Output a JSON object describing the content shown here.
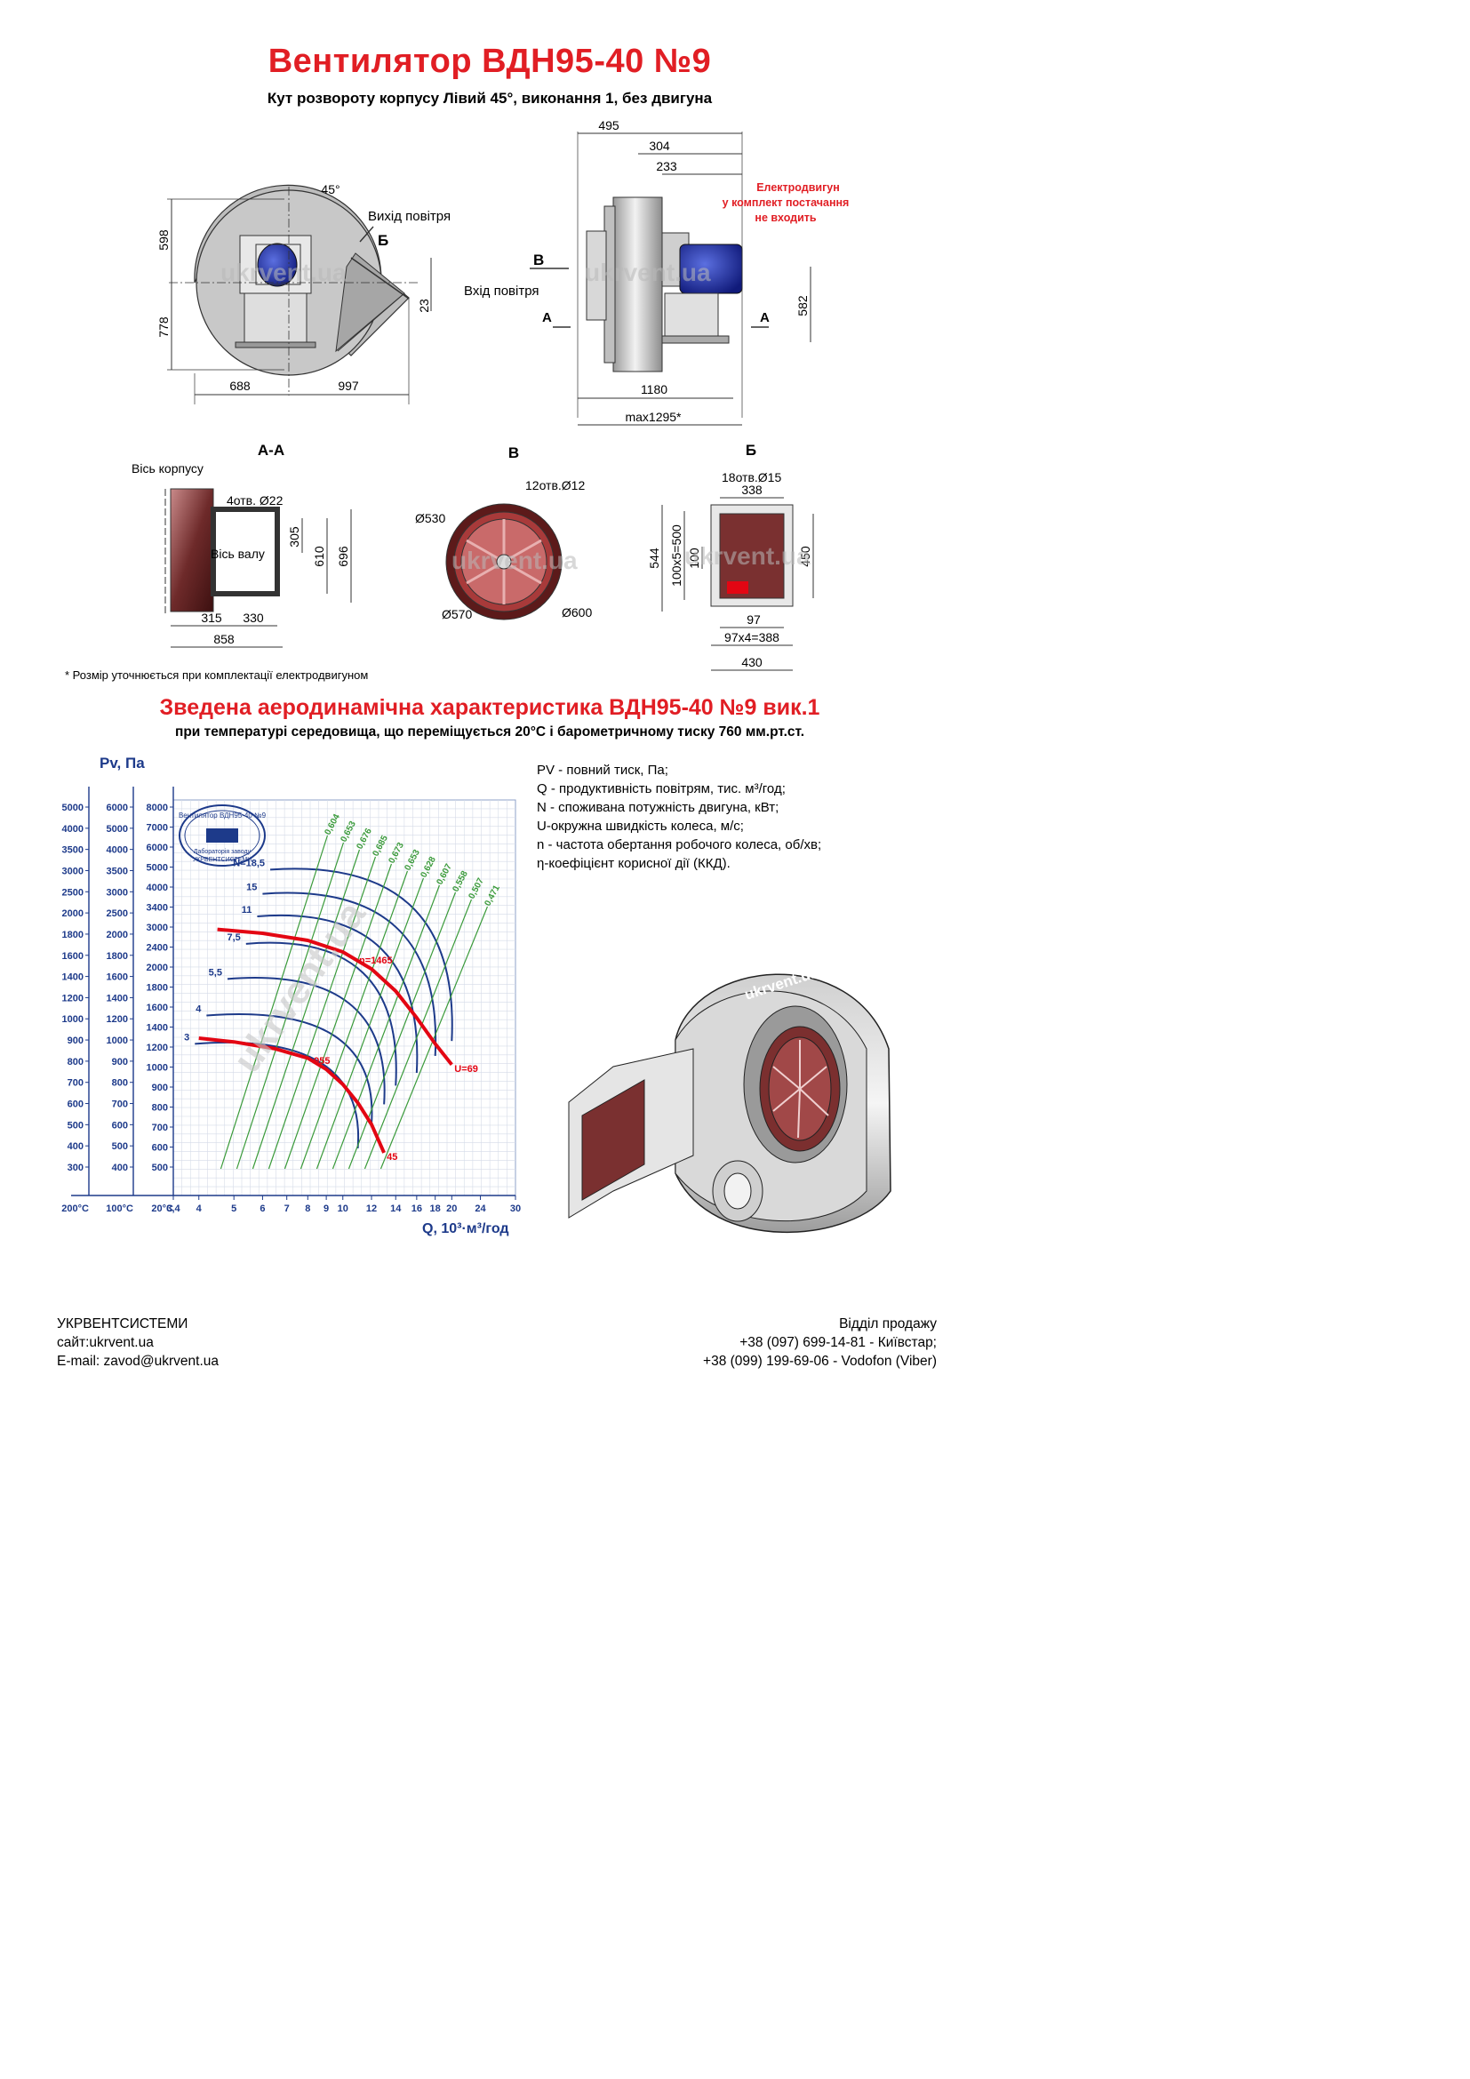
{
  "header": {
    "title": "Вентилятор  ВДН95-40 №9",
    "subtitle": "Кут розвороту корпусу Лівий 45°, виконання 1, без двигуна"
  },
  "front_view": {
    "angle": "45°",
    "outlet_label": "Вихід повітря",
    "section_mark": "Б",
    "dims": {
      "d598": "598",
      "d778": "778",
      "d23": "23",
      "d688": "688",
      "d997": "997"
    }
  },
  "side_view": {
    "motor_note_l1": "Електродвигун",
    "motor_note_l2": "у комплект постачання",
    "motor_note_l3": "не входить",
    "inlet_label": "Вхід повітря",
    "mark_b": "В",
    "mark_a_left": "А",
    "mark_a_right": "А",
    "dims": {
      "d495": "495",
      "d304": "304",
      "d233": "233",
      "d582": "582",
      "d1180": "1180",
      "dmax": "max1295*"
    }
  },
  "section_aa": {
    "title": "А-А",
    "axis_body": "Вісь корпусу",
    "axis_shaft": "Вісь валу",
    "holes": "4отв. Ø22",
    "dims": {
      "d305": "305",
      "d610": "610",
      "d696": "696",
      "d315": "315",
      "d330": "330",
      "d858": "858"
    }
  },
  "section_v": {
    "title": "В",
    "holes": "12отв.Ø12",
    "d530": "Ø530",
    "d570": "Ø570",
    "d600": "Ø600"
  },
  "section_b": {
    "title": "Б",
    "holes": "18отв.Ø15",
    "dims": {
      "d338": "338",
      "d544": "544",
      "d500": "100x5=500",
      "d100": "100",
      "d450": "450",
      "d97": "97",
      "d388": "97x4=388",
      "d430": "430"
    }
  },
  "watermark": "ukrvent.ua",
  "footnote": "* Розмір уточнюється при комплектації електродвигуном",
  "chart_section": {
    "title": "Зведена аеродинамічна характеристика ВДН95-40 №9 вик.1",
    "subtitle": "при температурі середовища, що переміщується 20°С і барометричному тиску 760 мм.рт.ст."
  },
  "legend": {
    "pv": "PV - повний тиск, Па;",
    "q": "Q - продуктивність повітрям, тис. м³/год;",
    "n": "N - споживана потужність двигуна, кВт;",
    "u": "U-окружна швидкість колеса, м/с;",
    "rpm": "n - частота обертання робочого колеса, об/хв;",
    "eta": "η-коефіцієнт корисної дії (ККД)."
  },
  "stamp": {
    "line1": "Вентилятор ВДН95-40 №9",
    "line2": "Лабораторія заводу",
    "line3": "УКРВЕНТСИСТЕМИ"
  },
  "chart_data": {
    "type": "line",
    "xlabel": "Q, 10³·м³/год",
    "ylabel": "Pv, Па",
    "x_scale": "log",
    "y_scale": "log",
    "x_ticks": [
      "3,4",
      "4",
      "5",
      "6",
      "7",
      "8",
      "9",
      "10",
      "12",
      "14",
      "16",
      "18",
      "20",
      "24",
      "30"
    ],
    "temp_labels": [
      "200°С",
      "100°С",
      "20°С"
    ],
    "y_scale_200C": [
      "5000",
      "4000",
      "3500",
      "3000",
      "2500",
      "2000",
      "1800",
      "1600",
      "1400",
      "1200",
      "1000",
      "900",
      "800",
      "700",
      "600",
      "500",
      "400",
      "300"
    ],
    "y_scale_100C": [
      "6000",
      "5000",
      "4000",
      "3500",
      "3000",
      "2500",
      "2000",
      "1800",
      "1600",
      "1400",
      "1200",
      "1000",
      "900",
      "800",
      "700",
      "600",
      "500",
      "400"
    ],
    "y_scale_20C": [
      "8000",
      "7000",
      "6000",
      "5000",
      "4000",
      "3400",
      "3000",
      "2400",
      "2000",
      "1800",
      "1600",
      "1400",
      "1200",
      "1000",
      "900",
      "800",
      "700",
      "600",
      "500"
    ],
    "power_labels": [
      "N=18,5",
      "15",
      "11",
      "7,5",
      "5,5",
      "4",
      "3"
    ],
    "efficiency_labels": [
      "0,604",
      "0,653",
      "0,676",
      "0,685",
      "0,673",
      "0,653",
      "0,628",
      "0,607",
      "0,558",
      "0,507",
      "0,471"
    ],
    "series": [
      {
        "name": "n=1465",
        "u_label": "U=69",
        "color": "#e30613",
        "x": [
          4.5,
          6,
          8,
          10,
          12,
          14,
          16,
          18,
          20
        ],
        "y": [
          3250,
          3150,
          2980,
          2720,
          2380,
          2000,
          1620,
          1320,
          1120
        ]
      },
      {
        "name": "955",
        "u_label": "45",
        "color": "#e30613",
        "x": [
          4,
          5,
          6.5,
          8,
          9,
          10,
          11,
          12,
          13
        ],
        "y": [
          1380,
          1340,
          1270,
          1180,
          1080,
          960,
          830,
          700,
          560
        ]
      }
    ]
  },
  "footer": {
    "company": "УКРВЕНТСИСТЕМИ",
    "site": "сайт:ukrvent.ua",
    "email": "E-mail: zavod@ukrvent.ua",
    "sales": "Відділ продажу",
    "phone1": "+38 (097) 699-14-81 - Київстар;",
    "phone2": "+38 (099) 199-69-06 - Vodofon (Viber)"
  }
}
